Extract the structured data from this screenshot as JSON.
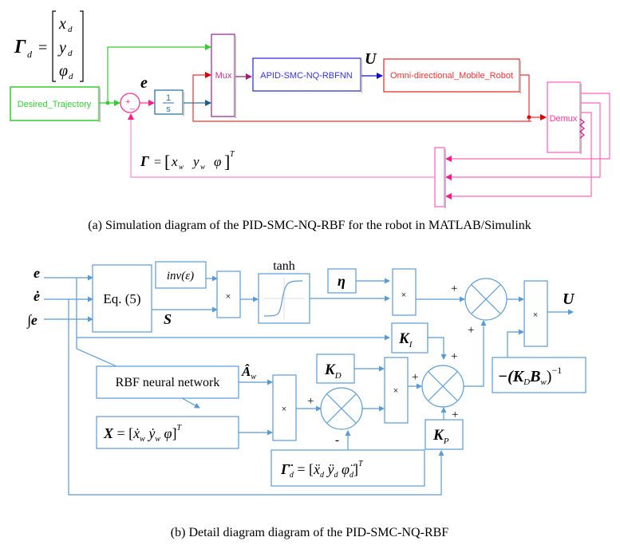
{
  "part_a": {
    "caption": "(a) Simulation diagram of the PID-SMC-NQ-RBF for the robot in MATLAB/Simulink",
    "reference_vector": {
      "lhs": "Γ",
      "lhs_sub": "d",
      "entries": [
        "x",
        "y",
        "φ"
      ],
      "entry_sub": "d"
    },
    "blocks": {
      "desired_trajectory": "Desired_Trajectory",
      "sum_signs": "+ -",
      "integrator_num": "1",
      "integrator_den": "s",
      "mux": "Mux",
      "controller": "APID-SMC-NQ-RBFNN",
      "robot": "Omni-directional_Mobile_Robot",
      "demux": "Demux"
    },
    "signals": {
      "error": "e",
      "control": "U",
      "feedback_lhs": "Γ",
      "feedback_entries": [
        "x",
        "y",
        "φ"
      ],
      "feedback_subs": [
        "w",
        "w",
        ""
      ],
      "transpose": "T"
    },
    "colors": {
      "green": "#33cc33",
      "magenta": "#ff3399",
      "teal": "#2e75a0",
      "red": "#ee3333",
      "purple": "#a0309a",
      "blue": "#3333dd",
      "pink": "#ff66cc"
    }
  },
  "part_b": {
    "caption": "(b) Detail diagram diagram of the PID-SMC-NQ-RBF",
    "inputs": [
      "e",
      "ė",
      "∫e"
    ],
    "blocks": {
      "eq5": "Eq. (5)",
      "inv_eps": "inv(ε)",
      "sliding_surface": "S",
      "multiply": "×",
      "tanh_title": "tanh",
      "eta": "η",
      "ki": "K",
      "ki_sub": "I",
      "kd": "K",
      "kd_sub": "D",
      "kp": "K",
      "kp_sub": "P",
      "rbf": "RBF neural network",
      "a_hat": "Â",
      "a_hat_sub": "w",
      "x_vector_lhs": "X",
      "x_vector_entries": [
        "ẋ",
        "ẏ",
        "φ̇"
      ],
      "x_vector_subs": [
        "w",
        "w",
        ""
      ],
      "gamma_dd_lhs": "Γ̈",
      "gamma_dd_sub": "d",
      "gamma_dd_entries": [
        "ẍ",
        "ÿ",
        "φ̈"
      ],
      "gamma_dd_subs": [
        "d",
        "d",
        "d"
      ],
      "gain_inverse": "−(K",
      "gain_inverse_sub1": "D",
      "gain_inverse_mid": "B",
      "gain_inverse_sub2": "w",
      "gain_inverse_close": ")",
      "gain_inverse_exp": "−1",
      "output": "U",
      "transpose": "T"
    },
    "signs": {
      "plus": "+",
      "minus": "-"
    },
    "colors": {
      "line": "#5b9bd5"
    }
  }
}
